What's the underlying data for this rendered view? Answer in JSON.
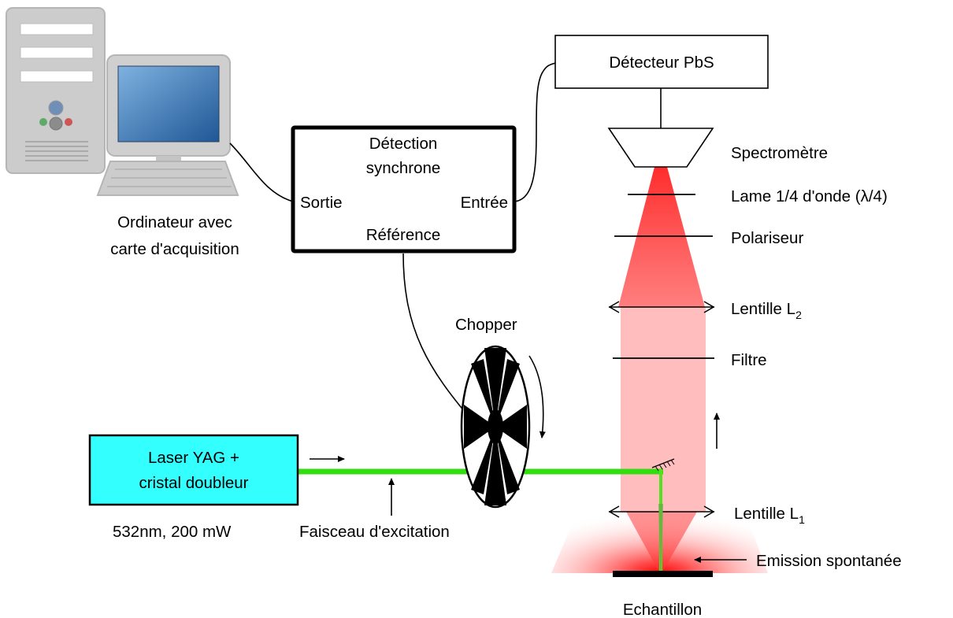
{
  "computer": {
    "caption_line1": "Ordinateur avec",
    "caption_line2": "carte d'acquisition"
  },
  "lockin": {
    "title_line1": "Détection",
    "title_line2": "synchrone",
    "output_label": "Sortie",
    "input_label": "Entrée",
    "reference_label": "Référence"
  },
  "detector": {
    "label": "Détecteur PbS"
  },
  "laser": {
    "label_line1": "Laser YAG +",
    "label_line2": "cristal doubleur",
    "specs": "532nm, 200 mW"
  },
  "beam": {
    "label": "Faisceau d'excitation",
    "color": "#33dd11"
  },
  "chopper": {
    "label": "Chopper"
  },
  "optics": {
    "spectrometer": "Spectromètre",
    "quarter_wave": "Lame 1/4 d'onde (λ/4)",
    "polarizer": "Polariseur",
    "lens2": {
      "text": "Lentille L",
      "sub": "2"
    },
    "filter": "Filtre",
    "lens1": {
      "text": "Lentille L",
      "sub": "1"
    }
  },
  "emission": {
    "label": "Emission spontanée",
    "color": "#ff1a1a"
  },
  "sample": {
    "label": "Echantillon"
  },
  "colors": {
    "laser_box": "#33ffff",
    "monitor_screen": "#2a64a8",
    "computer_body": "#cccccc"
  }
}
